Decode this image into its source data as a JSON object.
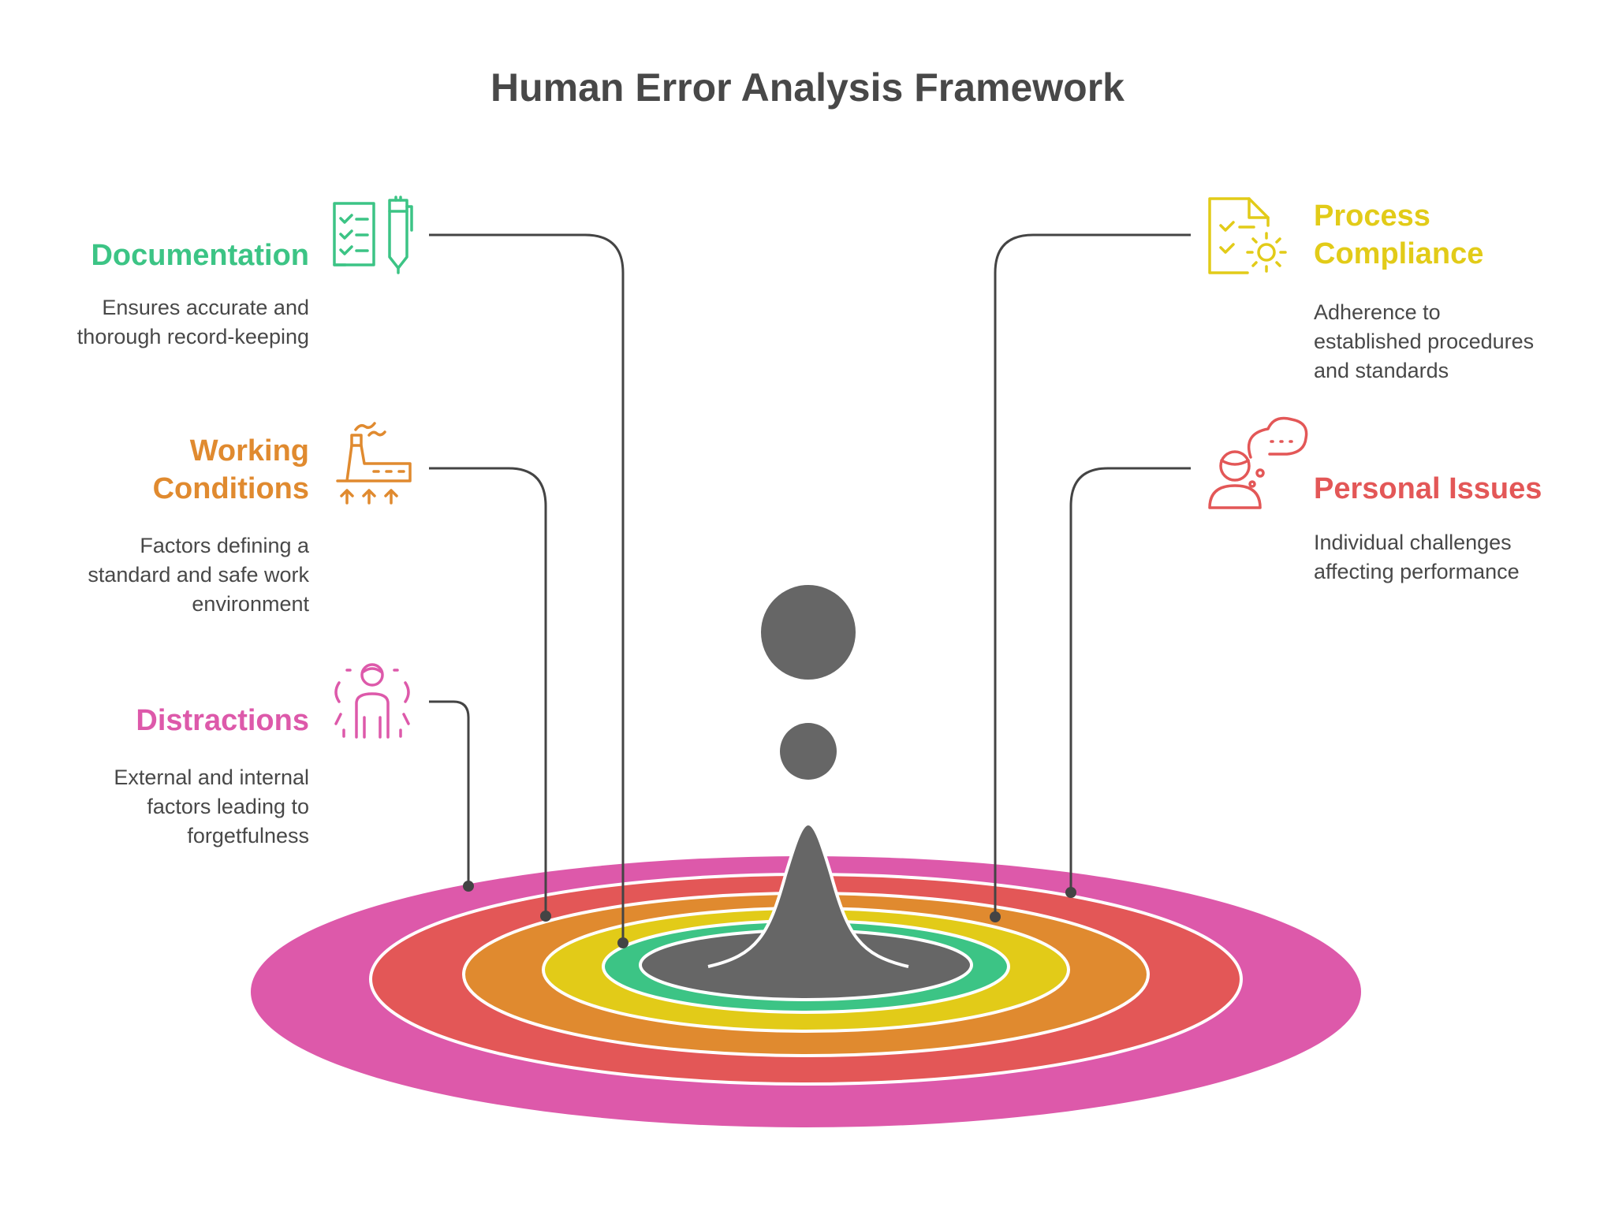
{
  "title": "Human Error Analysis Framework",
  "colors": {
    "documentation": "#3cc485",
    "working_conditions": "#e08a2f",
    "distractions": "#dd59aa",
    "process_compliance": "#e2cb18",
    "personal_issues": "#e35757",
    "center": "#666666",
    "connector": "#444444"
  },
  "factors": {
    "documentation": {
      "heading": "Documentation",
      "description_lines": [
        "Ensures accurate and",
        "thorough record-keeping"
      ],
      "icon": "checklist-pen-icon"
    },
    "working_conditions": {
      "heading_lines": [
        "Working",
        "Conditions"
      ],
      "description_lines": [
        "Factors defining a",
        "standard and safe work",
        "environment"
      ],
      "icon": "factory-icon"
    },
    "distractions": {
      "heading": "Distractions",
      "description_lines": [
        "External and internal",
        "factors leading to",
        "forgetfulness"
      ],
      "icon": "distracted-person-icon"
    },
    "process_compliance": {
      "heading_lines": [
        "Process",
        "Compliance"
      ],
      "description_lines": [
        "Adherence to",
        "established procedures",
        "and standards"
      ],
      "icon": "document-gear-icon"
    },
    "personal_issues": {
      "heading": "Personal Issues",
      "description_lines": [
        "Individual challenges",
        "affecting performance"
      ],
      "icon": "person-thought-icon"
    }
  }
}
